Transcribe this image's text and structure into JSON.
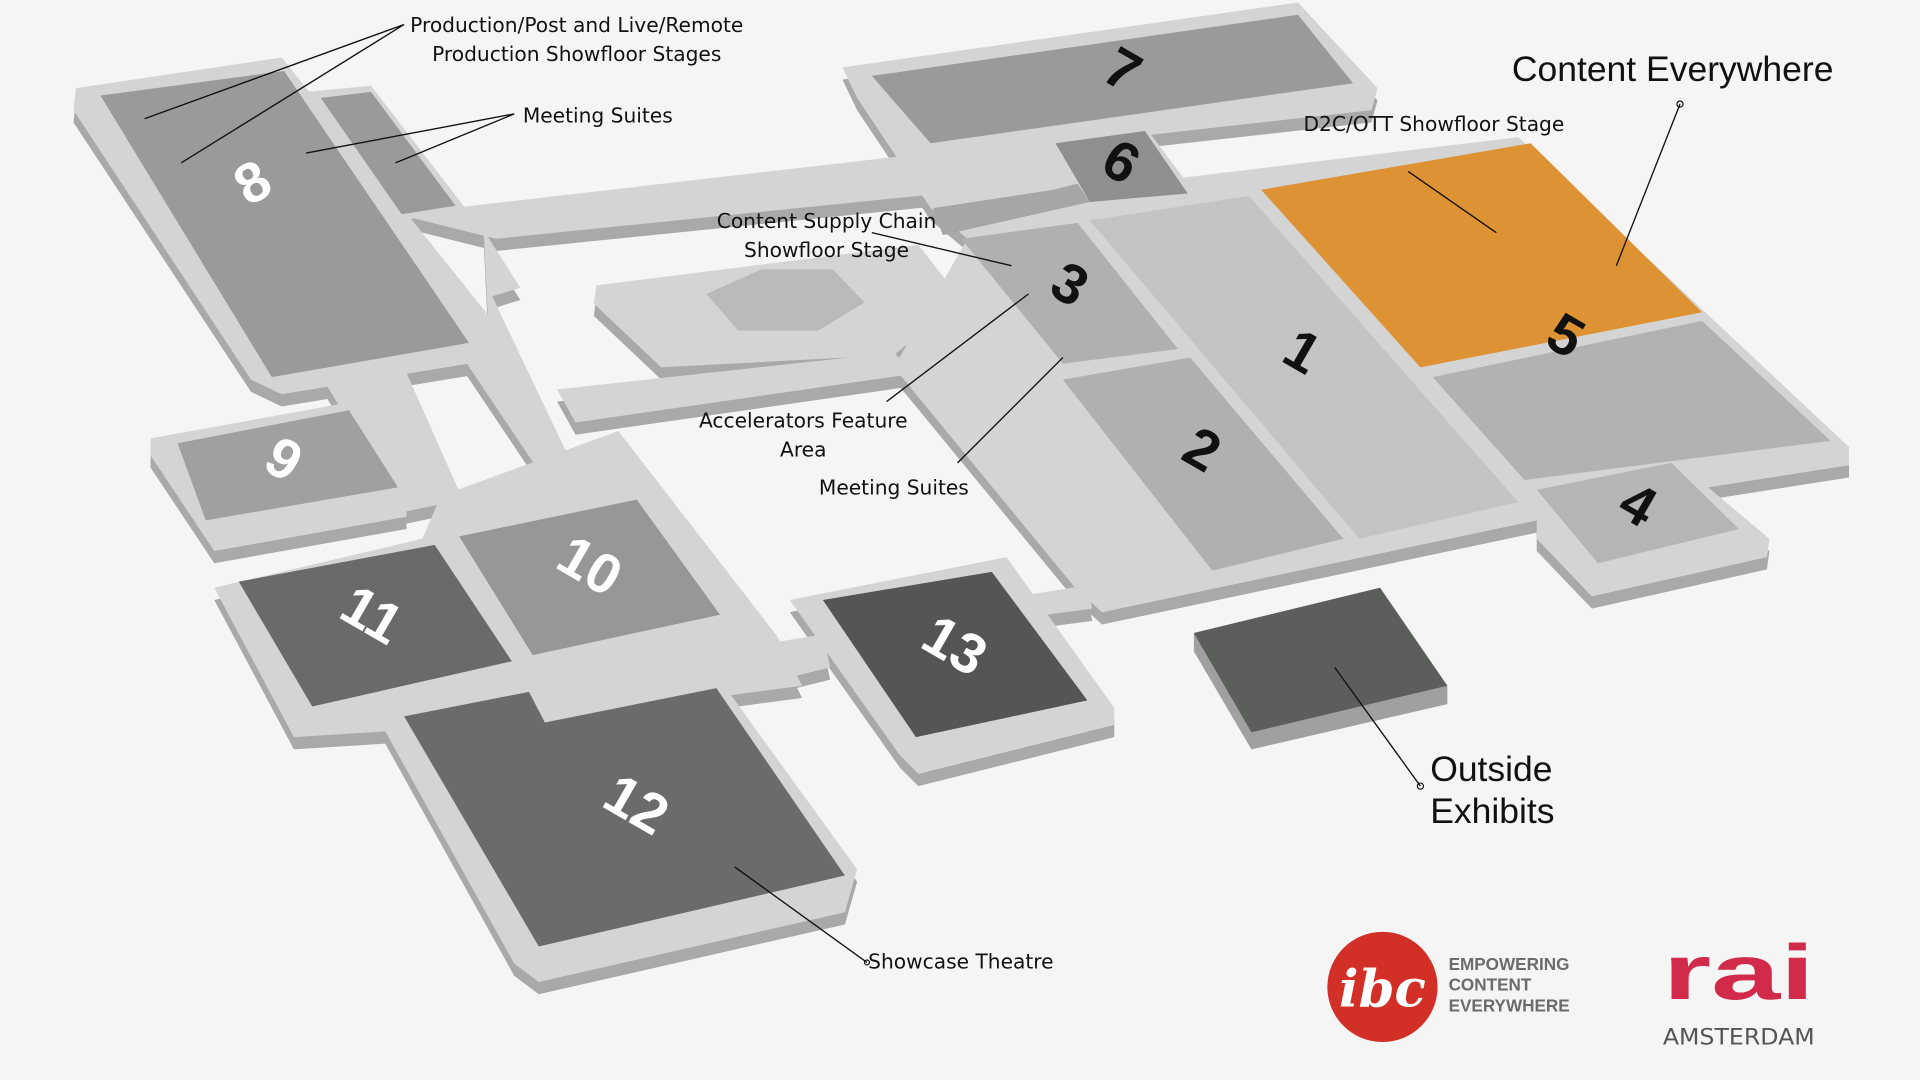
{
  "title": "IBC Floorplan - RAI Amsterdam",
  "halls": [
    {
      "id": "1",
      "label": "1",
      "color": "#c4c4c4",
      "text_color": "#111111"
    },
    {
      "id": "2",
      "label": "2",
      "color": "#b0b0b0",
      "text_color": "#111111"
    },
    {
      "id": "3",
      "label": "3",
      "color": "#b0b0b0",
      "text_color": "#111111"
    },
    {
      "id": "4",
      "label": "4",
      "color": "#b5b5b5",
      "text_color": "#111111"
    },
    {
      "id": "5",
      "label": "5",
      "color": "#dd9233",
      "text_color": "#111111"
    },
    {
      "id": "6",
      "label": "6",
      "color": "#8f8f8f",
      "text_color": "#111111"
    },
    {
      "id": "7",
      "label": "7",
      "color": "#9a9a9a",
      "text_color": "#111111"
    },
    {
      "id": "8",
      "label": "8",
      "color": "#9a9a9a",
      "text_color": "#ffffff"
    },
    {
      "id": "9",
      "label": "9",
      "color": "#a0a0a0",
      "text_color": "#ffffff"
    },
    {
      "id": "10",
      "label": "10",
      "color": "#979797",
      "text_color": "#ffffff"
    },
    {
      "id": "11",
      "label": "11",
      "color": "#6a6a6a",
      "text_color": "#ffffff"
    },
    {
      "id": "12",
      "label": "12",
      "color": "#6b6b6b",
      "text_color": "#ffffff"
    },
    {
      "id": "13",
      "label": "13",
      "color": "#555555",
      "text_color": "#ffffff"
    }
  ],
  "annotations": {
    "production_stages_l1": "Production/Post and Live/Remote",
    "production_stages_l2": "Production Showfloor Stages",
    "meeting_suites_top": "Meeting Suites",
    "content_supply_l1": "Content Supply Chain",
    "content_supply_l2": "Showfloor Stage",
    "accelerators_l1": "Accelerators Feature",
    "accelerators_l2": "Area",
    "meeting_suites_mid": "Meeting Suites",
    "content_everywhere": "Content Everywhere",
    "d2c_stage": "D2C/OTT Showfloor Stage",
    "outside_l1": "Outside",
    "outside_l2": "Exhibits",
    "showcase": "Showcase Theatre"
  },
  "logos": {
    "ibc_tagline_1": "EMPOWERING",
    "ibc_tagline_2": "CONTENT",
    "ibc_tagline_3": "EVERYWHERE",
    "ibc_mark": "ibc",
    "rai_mark": "rai",
    "rai_sub": "AMSTERDAM"
  },
  "colors": {
    "background": "#f5f5f5",
    "floor": "#d4d4d4",
    "wall": "#a9a9a9",
    "accent": "#dd9233",
    "ibc_red": "#d22f27",
    "rai_red": "#d22a4a"
  }
}
